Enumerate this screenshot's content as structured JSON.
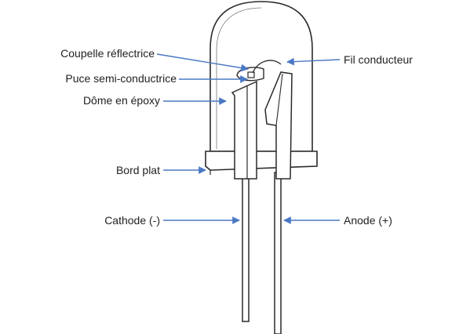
{
  "colors": {
    "outline": "#2a2a2a",
    "pointer": "#4a78c4",
    "text": "#222222",
    "background": "#ffffff",
    "metal": "#ffffff"
  },
  "labels": {
    "coupelle": "Coupelle réflectrice",
    "puce": "Puce semi-conductrice",
    "dome": "Dôme en époxy",
    "bord": "Bord plat",
    "cathode": "Cathode (-)",
    "fil": "Fil conducteur",
    "anode": "Anode (+)"
  }
}
